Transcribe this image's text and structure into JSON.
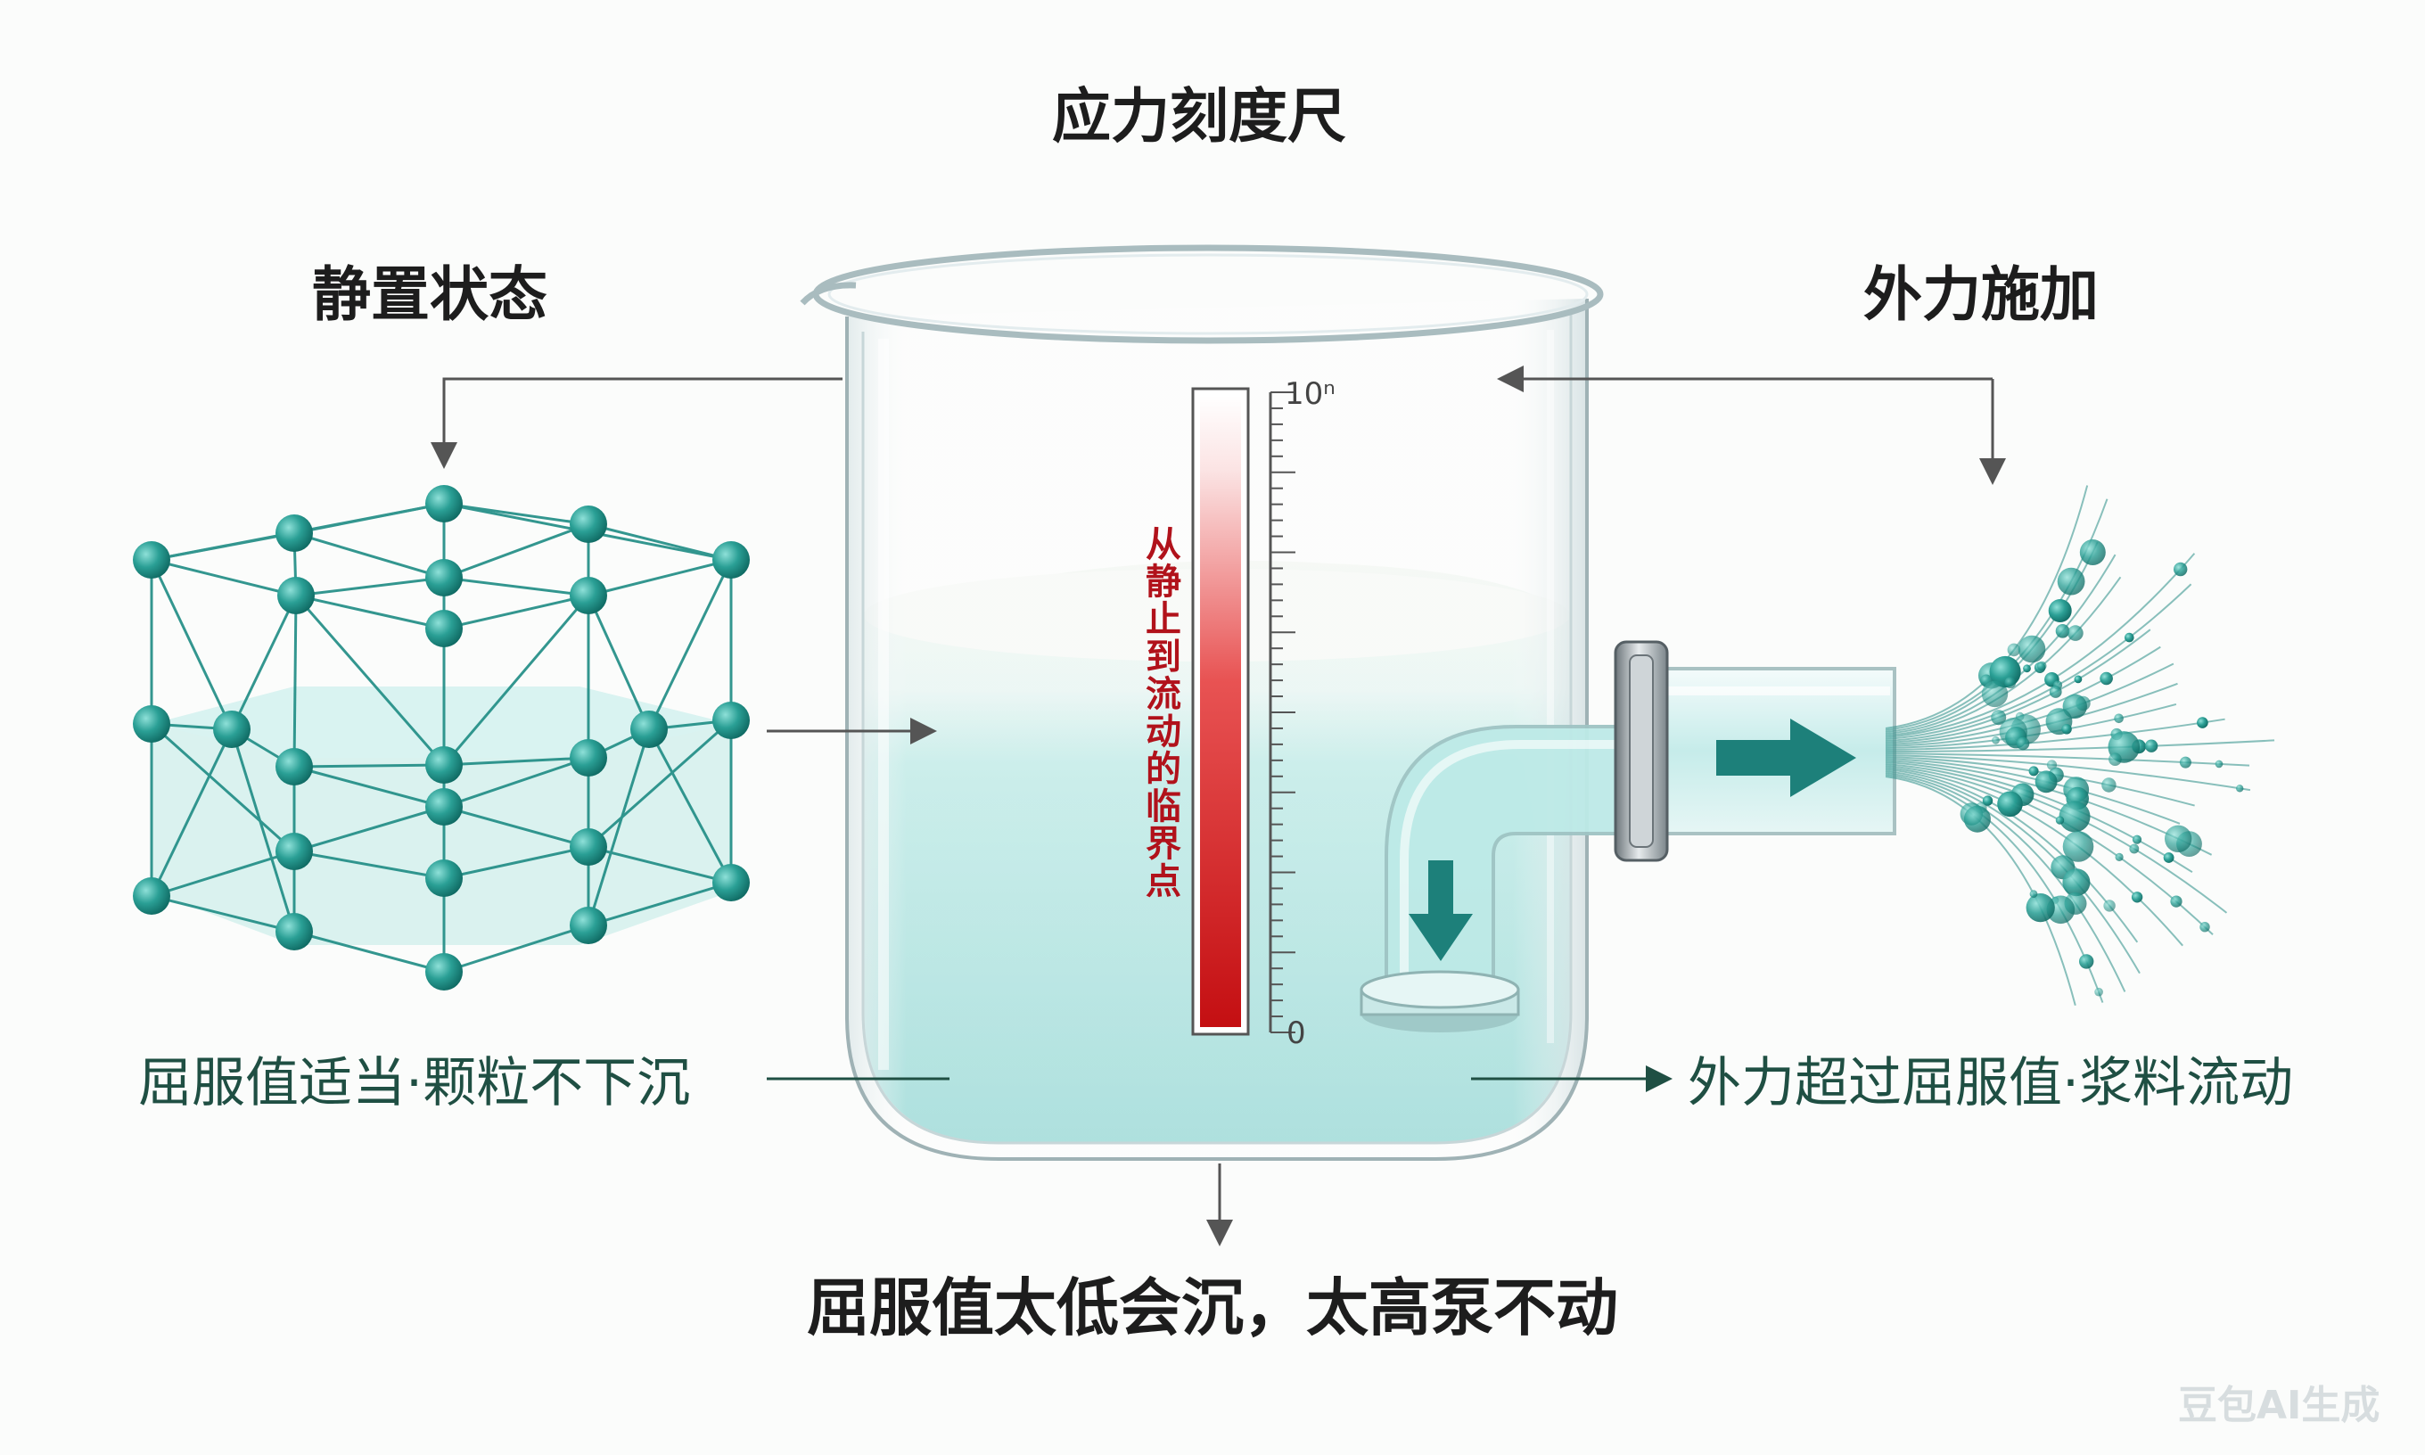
{
  "labels": {
    "ruler_title": "应力刻度尺",
    "static_state": "静置状态",
    "external_force": "外力施加",
    "left_caption": "屈服值适当·颗粒不下沉",
    "right_caption": "外力超过屈服值·浆料流动",
    "bottom_caption": "屈服值太低会沉，太高泵不动",
    "vertical_caption": "从静止到流动的临界点",
    "scale_max": "10ⁿ",
    "scale_min": "0",
    "watermark": "豆包AI生成"
  },
  "colors": {
    "lattice": "#1e8c84",
    "liquid": "#a9e3e1",
    "milk": "#f2f6f2",
    "thermo_red": "#d01b1b",
    "pipe_metal": "#9aa3a8",
    "arrow_teal": "#1d807a",
    "caption_green": "#1f4f43"
  },
  "icons": [
    "lattice-structure",
    "beaker",
    "stress-gauge",
    "elbow-pipe",
    "flow-arrow",
    "particle-spray"
  ]
}
